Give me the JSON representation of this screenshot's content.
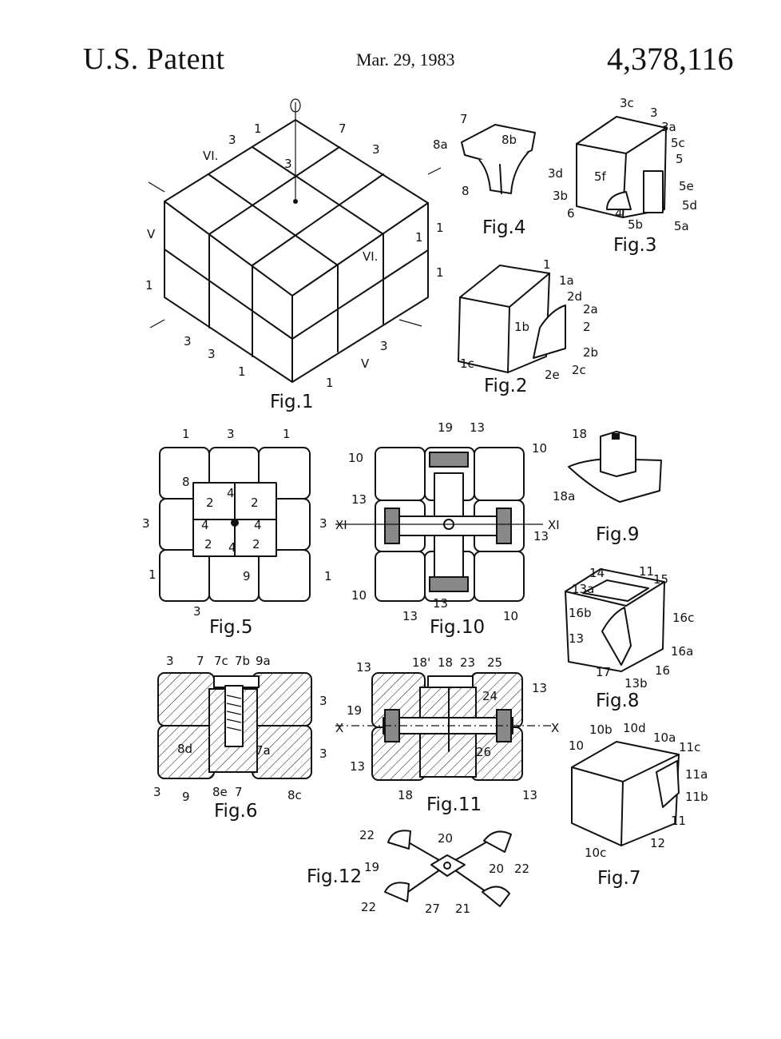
{
  "header": {
    "left": "U.S. Patent",
    "date": "Mar. 29, 1983",
    "number": "4,378,116"
  },
  "figures": {
    "fig1": "Fig.1",
    "fig2": "Fig.2",
    "fig3": "Fig.3",
    "fig4": "Fig.4",
    "fig5": "Fig.5",
    "fig6": "Fig.6",
    "fig7": "Fig.7",
    "fig8": "Fig.8",
    "fig9": "Fig.9",
    "fig10": "Fig.10",
    "fig11": "Fig.11",
    "fig12": "Fig.12"
  },
  "labels": {
    "fig1": [
      "1",
      "7",
      "3",
      "3",
      "3",
      "VI.",
      "V",
      "1",
      "1",
      "1",
      "VI.",
      "3",
      "3",
      "3",
      "1",
      "1",
      "V",
      "1"
    ],
    "fig2": [
      "1",
      "1a",
      "2d",
      "2a",
      "1b",
      "2",
      "2b",
      "1c",
      "2c",
      "2e"
    ],
    "fig3": [
      "3c",
      "3",
      "3a",
      "5c",
      "5",
      "3d",
      "5f",
      "5e",
      "3b",
      "5d",
      "6",
      "4",
      "5b",
      "5a"
    ],
    "fig4": [
      "7",
      "8b",
      "8a",
      "8"
    ],
    "fig5": [
      "1",
      "3",
      "1",
      "8",
      "2",
      "4",
      "2",
      "3",
      "4",
      "4",
      "3",
      "2",
      "4",
      "2",
      "1",
      "9",
      "1",
      "3"
    ],
    "fig6": [
      "3",
      "7",
      "7c",
      "7b",
      "9a",
      "3",
      "3",
      "8d",
      "7a",
      "3",
      "9",
      "8e",
      "7",
      "8c"
    ],
    "fig7": [
      "10b",
      "10d",
      "10a",
      "11c",
      "10",
      "11a",
      "11b",
      "11",
      "12",
      "10c"
    ],
    "fig8": [
      "11",
      "14",
      "13a",
      "15",
      "16b",
      "16c",
      "13",
      "16a",
      "17",
      "16",
      "13b"
    ],
    "fig9": [
      "18",
      "18a"
    ],
    "fig10": [
      "19",
      "13",
      "10",
      "10",
      "13",
      "XI",
      "XI",
      "13",
      "13",
      "10",
      "13",
      "10"
    ],
    "fig11": [
      "13",
      "18'",
      "18",
      "23",
      "25",
      "24",
      "13",
      "19",
      "X",
      "X",
      "13",
      "26",
      "13",
      "18"
    ],
    "fig12": [
      "22",
      "20",
      "19",
      "20",
      "22",
      "22",
      "27",
      "21"
    ]
  }
}
